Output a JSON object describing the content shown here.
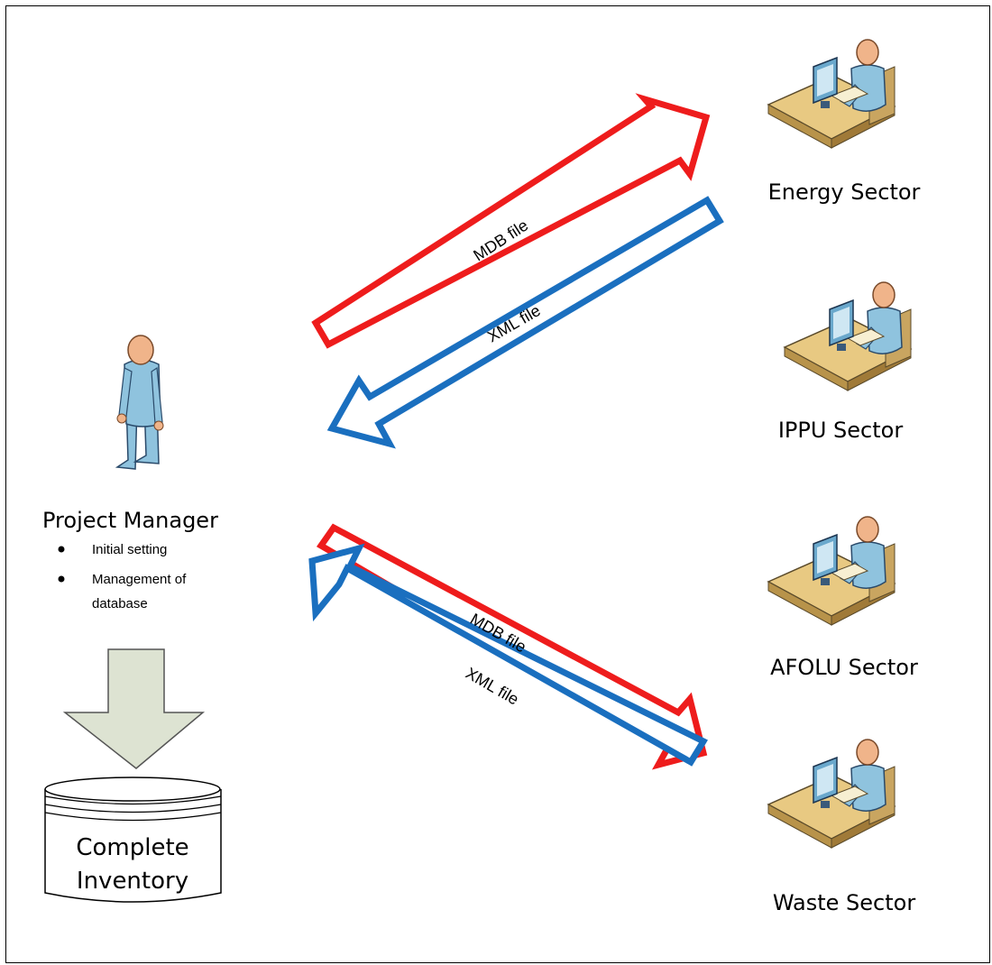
{
  "manager": {
    "title": "Project Manager",
    "bullets": [
      "Initial setting",
      "Management of",
      "database"
    ]
  },
  "database": {
    "line1": "Complete",
    "line2": "Inventory"
  },
  "sectors": [
    {
      "label": "Energy Sector"
    },
    {
      "label": "IPPU Sector"
    },
    {
      "label": "AFOLU Sector"
    },
    {
      "label": "Waste Sector"
    }
  ],
  "arrows": {
    "top_red": "MDB file",
    "top_blue": "XML file",
    "bottom_red": "MDB file",
    "bottom_blue": "XML file"
  },
  "colors": {
    "red": "#ee1c1c",
    "blue": "#1a6fbf",
    "down_arrow_fill": "#dde3d2",
    "person_body": "#8fc3de",
    "desk": "#e8c982"
  }
}
